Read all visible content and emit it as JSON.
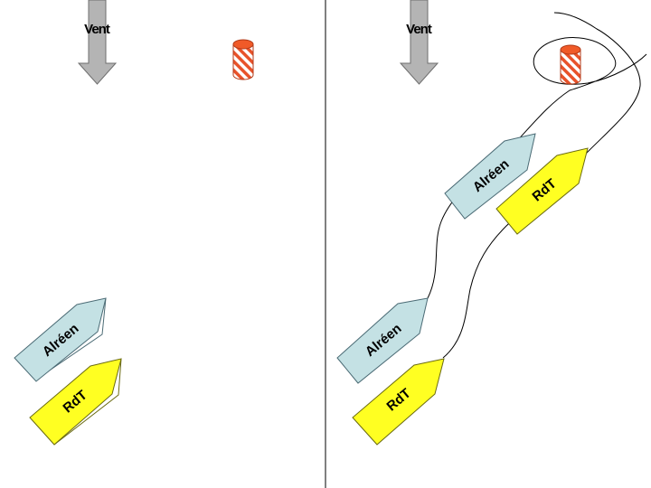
{
  "left_panel": {
    "wind_label": "Vent",
    "boat_blue_label": "Alréen",
    "boat_yellow_label": "RdT"
  },
  "right_panel": {
    "wind_label": "Vent",
    "boat_blue_start_label": "Alréen",
    "boat_yellow_start_label": "RdT",
    "boat_blue_end_label": "Alréen",
    "boat_yellow_end_label": "RdT"
  },
  "colors": {
    "wind_arrow_fill": "#b4b4b4",
    "wind_arrow_stroke": "#6e6e6e",
    "boat_blue": "#c4e1e4",
    "boat_blue_stroke": "#4a6a74",
    "boat_yellow": "#ffff22",
    "boat_yellow_stroke": "#6a6a10",
    "buoy_top": "#f05a28",
    "buoy_stripe": "#e8522a",
    "divider": "#000000"
  }
}
